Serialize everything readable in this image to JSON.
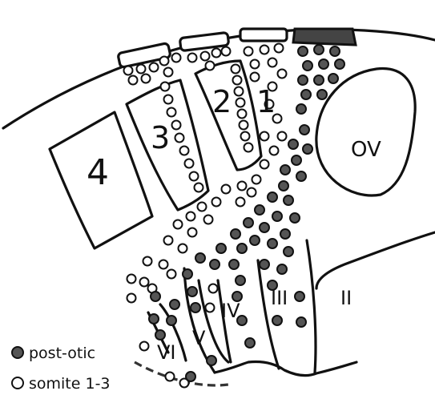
{
  "somites": {
    "s1": "1",
    "s2": "2",
    "s3": "3",
    "s4": "4"
  },
  "otic_vesicle": {
    "label": "OV"
  },
  "arches": {
    "ii": "II",
    "iii": "III",
    "iv": "IV",
    "v": "V",
    "vi": "VI"
  },
  "legend": {
    "post_otic": {
      "label": "post-otic",
      "color": "#555555"
    },
    "somite_1_3": {
      "label": "somite 1-3",
      "color": "#ffffff"
    }
  }
}
